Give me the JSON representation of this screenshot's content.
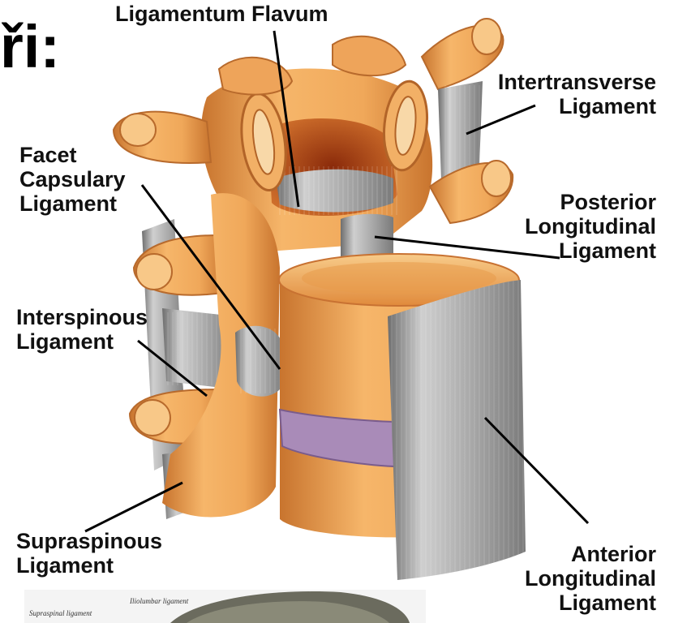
{
  "title_fragment": "ři:",
  "labels": {
    "ligamentum_flavum": "Ligamentum Flavum",
    "intertransverse": "Intertransverse\nLigament",
    "facet_capsulary": "Facet\nCapsulary\nLigament",
    "posterior_longitudinal": "Posterior\nLongitudinal\nLigament",
    "interspinous": "Interspinous\nLigament",
    "supraspinous": "Supraspinous\nLigament",
    "anterior_longitudinal": "Anterior\nLongitudinal\nLigament"
  },
  "inset": {
    "caption_left": "Supraspinal ligament",
    "caption_right": "Iliolumbar ligament"
  },
  "colors": {
    "bone": "#f0a85a",
    "bone_dark": "#c8742e",
    "bone_light": "#f8cc8a",
    "ligament": "#b4b4b4",
    "ligament_dark": "#7a7a7a",
    "disc": "#a98bb8",
    "canal": "#b84a1c"
  }
}
